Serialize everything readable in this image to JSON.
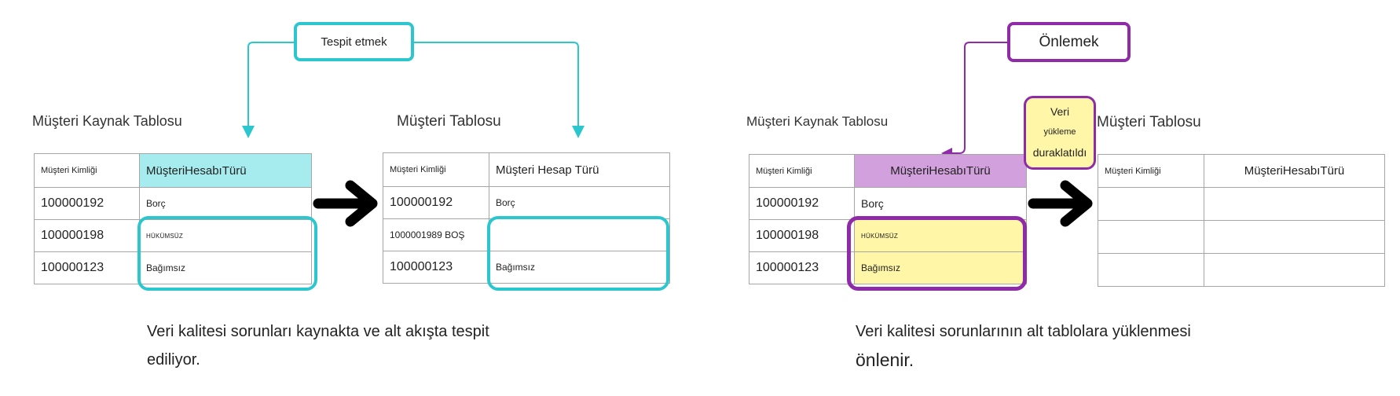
{
  "colors": {
    "teal": "#2cc6cf",
    "teal_fill": "#a6ecee",
    "purple": "#8f2aa8",
    "purple_fill": "#d2a0dd",
    "yellow": "#fff6a8",
    "grid": "#a6a6a6"
  },
  "left": {
    "label": "Tespit etmek",
    "source_title": "Müşteri Kaynak Tablosu",
    "target_title": "Müşteri Tablosu",
    "source_table": {
      "headers": [
        "Müşteri Kimliği",
        "MüşteriHesabıTürü"
      ],
      "rows": [
        [
          "100000192",
          "Borç"
        ],
        [
          "100000198",
          "HÜKÜMSÜZ"
        ],
        [
          "100000123",
          "Bağımsız"
        ]
      ]
    },
    "target_table": {
      "headers": [
        "Müşteri Kimliği",
        "Müşteri Hesap Türü"
      ],
      "rows": [
        [
          "100000192",
          "Borç"
        ],
        [
          "1000001989 BOŞ",
          ""
        ],
        [
          "100000123",
          "Bağımsız"
        ]
      ]
    },
    "caption_line1": "Veri kalitesi sorunları kaynakta ve alt akışta tespit",
    "caption_line2": "ediliyor."
  },
  "right": {
    "label": "Önlemek",
    "source_title": "Müşteri Kaynak Tablosu",
    "target_title": "Müşteri Tablosu",
    "sticky_line1": "Veri",
    "sticky_line2": "yükleme",
    "sticky_line3": "duraklatıldı",
    "source_table": {
      "headers": [
        "Müşteri Kimliği",
        "MüşteriHesabıTürü"
      ],
      "rows": [
        [
          "100000192",
          "Borç"
        ],
        [
          "100000198",
          "HÜKÜMSÜZ"
        ],
        [
          "100000123",
          "Bağımsız"
        ]
      ]
    },
    "target_table": {
      "headers": [
        "Müşteri Kimliği",
        "MüşteriHesabıTürü"
      ],
      "rows": [
        [
          "",
          ""
        ],
        [
          "",
          ""
        ],
        [
          "",
          ""
        ]
      ]
    },
    "caption_line1": "Veri kalitesi sorunlarının alt tablolara yüklenmesi",
    "caption_line2": "önlenir."
  }
}
